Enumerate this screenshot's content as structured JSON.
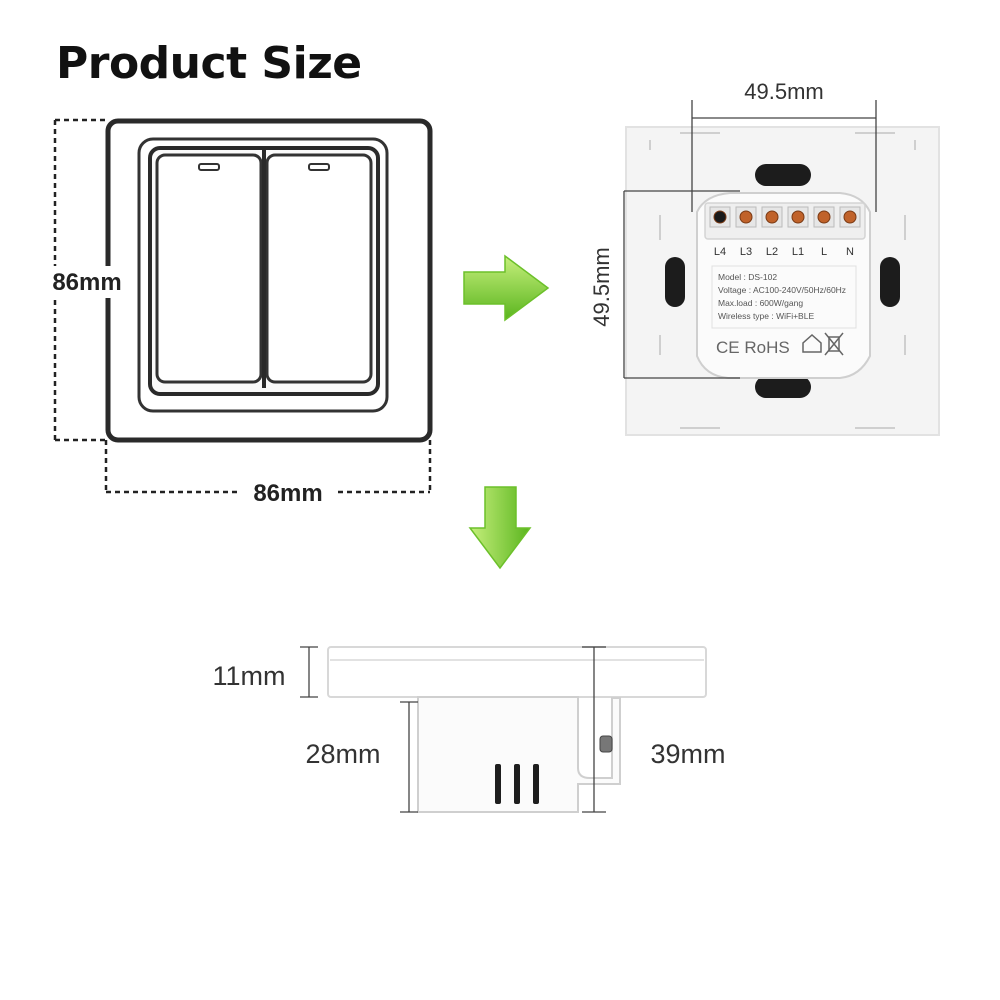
{
  "title": "Product Size",
  "front_view": {
    "width_label": "86mm",
    "height_label": "86mm"
  },
  "back_view": {
    "top_dim_label": "49.5mm",
    "side_dim_label": "49.5mm",
    "terminals": [
      "L4",
      "L3",
      "L2",
      "L1",
      "L",
      "N"
    ],
    "spec_lines": [
      "Model : DS-102",
      "Voltage : AC100-240V/50Hz/60Hz",
      "Max.load : 600W/gang",
      "Wireless type : WiFi+BLE"
    ],
    "certification": "CE RoHS"
  },
  "side_view": {
    "plate_thickness_label": "11mm",
    "box_depth_label": "28mm",
    "total_depth_label": "39mm"
  },
  "colors": {
    "arrow_green": "#7ccf2e",
    "frame_dark": "#2a2a2a",
    "terminal_copper": "#c0622a"
  }
}
